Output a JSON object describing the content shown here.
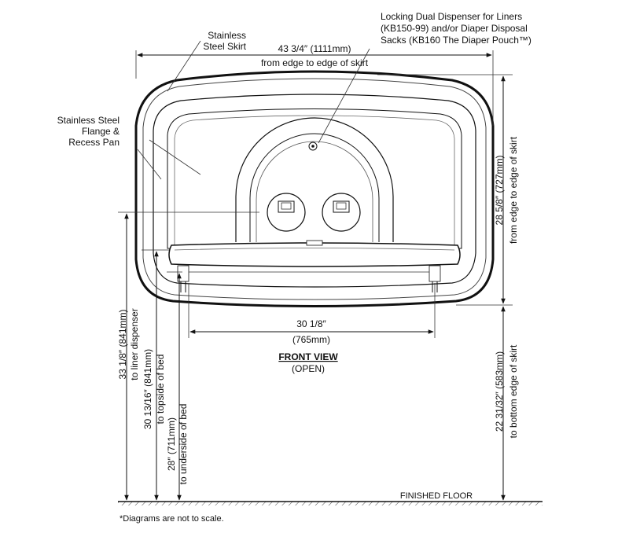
{
  "callouts": {
    "skirt": [
      "Stainless",
      "Steel Skirt"
    ],
    "flange": [
      "Stainless Steel",
      "Flange &",
      "Recess Pan"
    ],
    "dispenser": [
      "Locking Dual Dispenser for Liners",
      "(KB150-99) and/or Diaper Disposal",
      "Sacks (KB160 The Diaper Pouch™)"
    ]
  },
  "dimensions": {
    "width": {
      "value": "43 3/4″ (1111mm)",
      "note": "from edge to edge of skirt"
    },
    "height": {
      "value": "28 5/8″ (727mm)",
      "note": "from edge to edge of skirt"
    },
    "bed_width": {
      "value": "30 1/8″",
      "metric": "(765mm)"
    },
    "liner": {
      "value": "33 1/8″ (841mm)",
      "note": "to liner dispenser"
    },
    "topside": {
      "value": "30 13/16″ (841mm)",
      "note": "to topside of bed"
    },
    "underside": {
      "value": "28″ (711mm)",
      "note": "to underside of bed"
    },
    "bottom": {
      "value": "22 31/32″ (583mm)",
      "note": "to bottom edge of skirt"
    }
  },
  "view": {
    "title": "FRONT VIEW",
    "subtitle": "(OPEN)"
  },
  "floor_label": "FINISHED FLOOR",
  "footnote": "*Diagrams are not to scale."
}
